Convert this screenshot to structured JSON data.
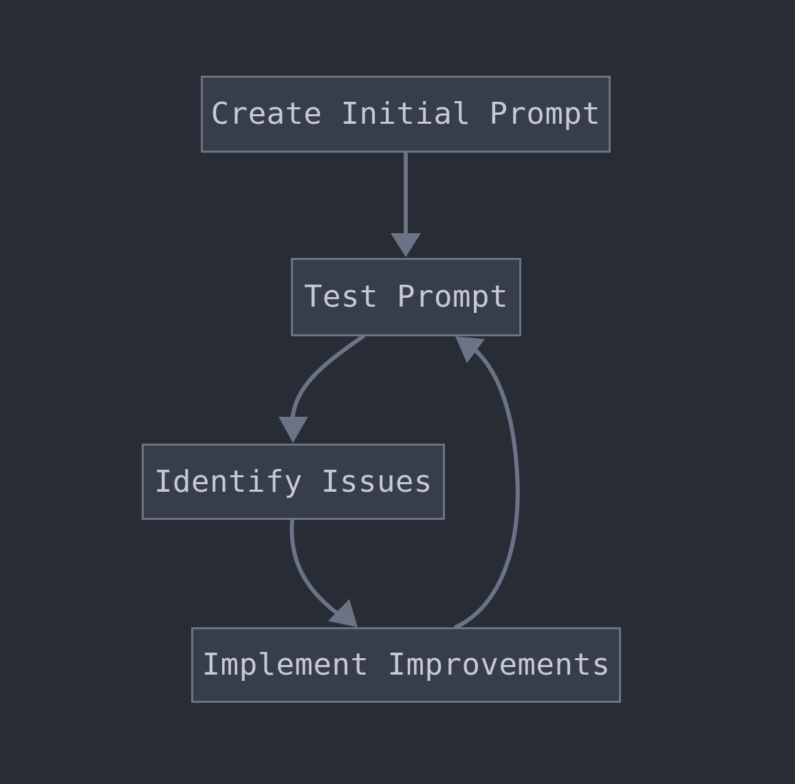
{
  "diagram": {
    "type": "flowchart",
    "direction": "top-to-bottom",
    "background_color": "#282c35",
    "node_fill_color": "#373d49",
    "node_border_color": "#6b7486",
    "node_text_color": "#c5cad4",
    "edge_color": "#6b7486",
    "nodes": [
      {
        "id": "create-initial-prompt",
        "label": "Create Initial Prompt"
      },
      {
        "id": "test-prompt",
        "label": "Test Prompt"
      },
      {
        "id": "identify-issues",
        "label": "Identify Issues"
      },
      {
        "id": "implement-improvements",
        "label": "Implement Improvements"
      }
    ],
    "edges": [
      {
        "from": "create-initial-prompt",
        "to": "test-prompt",
        "style": "straight",
        "arrow": "triangle"
      },
      {
        "from": "test-prompt",
        "to": "identify-issues",
        "style": "curved",
        "arrow": "triangle"
      },
      {
        "from": "identify-issues",
        "to": "implement-improvements",
        "style": "curved",
        "arrow": "triangle"
      },
      {
        "from": "implement-improvements",
        "to": "test-prompt",
        "style": "curved",
        "arrow": "triangle"
      }
    ]
  }
}
